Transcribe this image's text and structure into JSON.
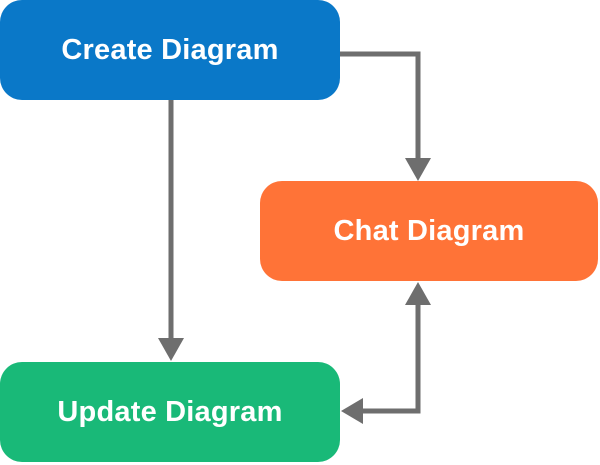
{
  "diagram": {
    "nodes": [
      {
        "id": "create",
        "label": "Create Diagram",
        "color": "#0a78c8"
      },
      {
        "id": "chat",
        "label": "Chat Diagram",
        "color": "#ff7337"
      },
      {
        "id": "update",
        "label": "Update Diagram",
        "color": "#19b978"
      }
    ],
    "edges": [
      {
        "from": "create",
        "to": "update"
      },
      {
        "from": "create",
        "to": "chat"
      },
      {
        "from": "update",
        "to": "chat"
      },
      {
        "from": "chat",
        "to": "update"
      }
    ],
    "edge_color": "#6e6e6e"
  }
}
